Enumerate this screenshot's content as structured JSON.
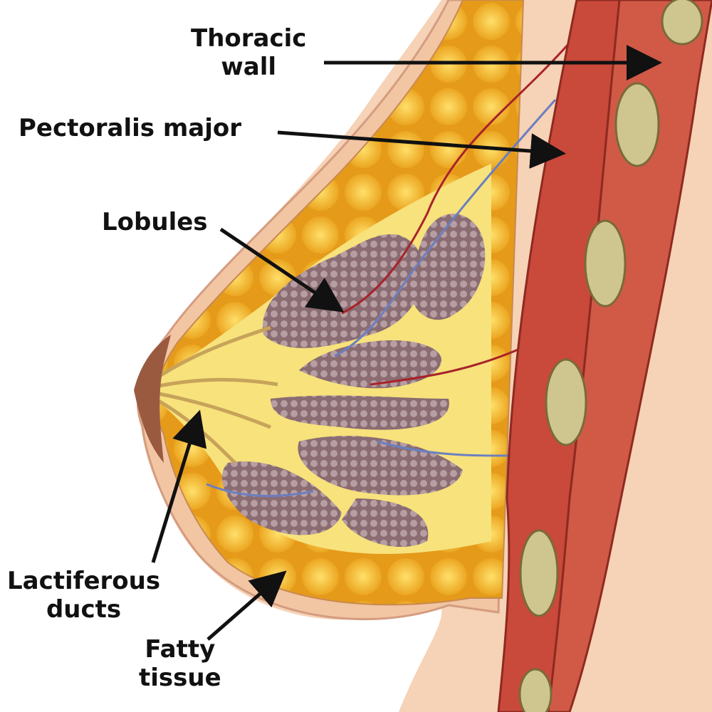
{
  "labels": {
    "thoracic_wall": [
      "Thoracic",
      "wall"
    ],
    "pectoralis_major": "Pectoralis major",
    "lobules": "Lobules",
    "lactiferous_ducts": [
      "Lactiferous",
      "ducts"
    ],
    "fatty_tissue": [
      "Fatty",
      "tissue"
    ]
  },
  "colors": {
    "skin": "#f6d2b6",
    "fat": "#f3b526",
    "muscle": "#c9493a",
    "lobule": "#8f7479",
    "rib": "#cfc58e",
    "arrow": "#111111"
  }
}
